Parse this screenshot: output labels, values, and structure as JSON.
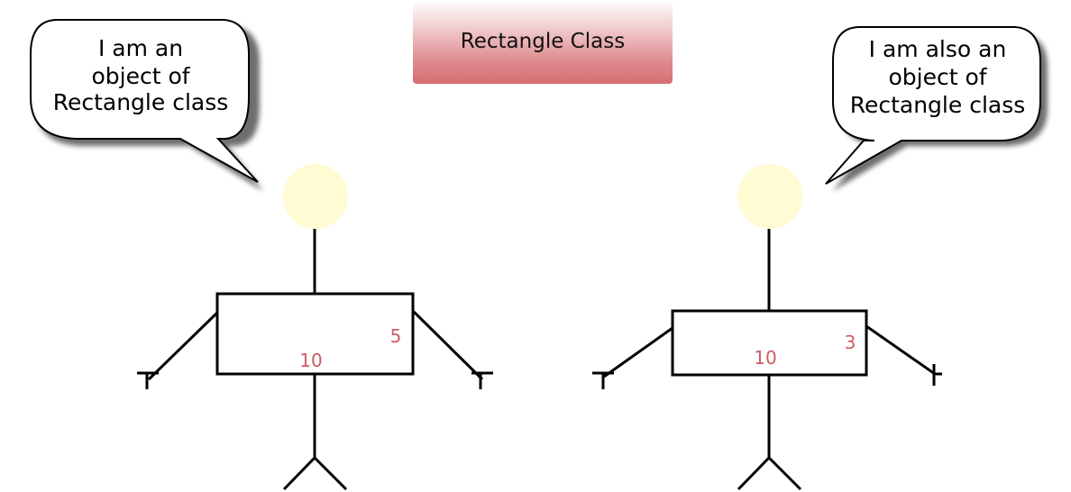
{
  "title": "Rectangle Class",
  "colors": {
    "head": "#fffbd3",
    "dimension_text": "#cc5c64",
    "banner_bottom": "#d56e73",
    "bubble_shadow": "#555555"
  },
  "objects": [
    {
      "bubble_lines": [
        "I am an",
        "object of",
        "Rectangle class"
      ],
      "length": "10",
      "breadth": "5"
    },
    {
      "bubble_lines": [
        "I am also an",
        "object of",
        "Rectangle class"
      ],
      "length": "10",
      "breadth": "3"
    }
  ]
}
